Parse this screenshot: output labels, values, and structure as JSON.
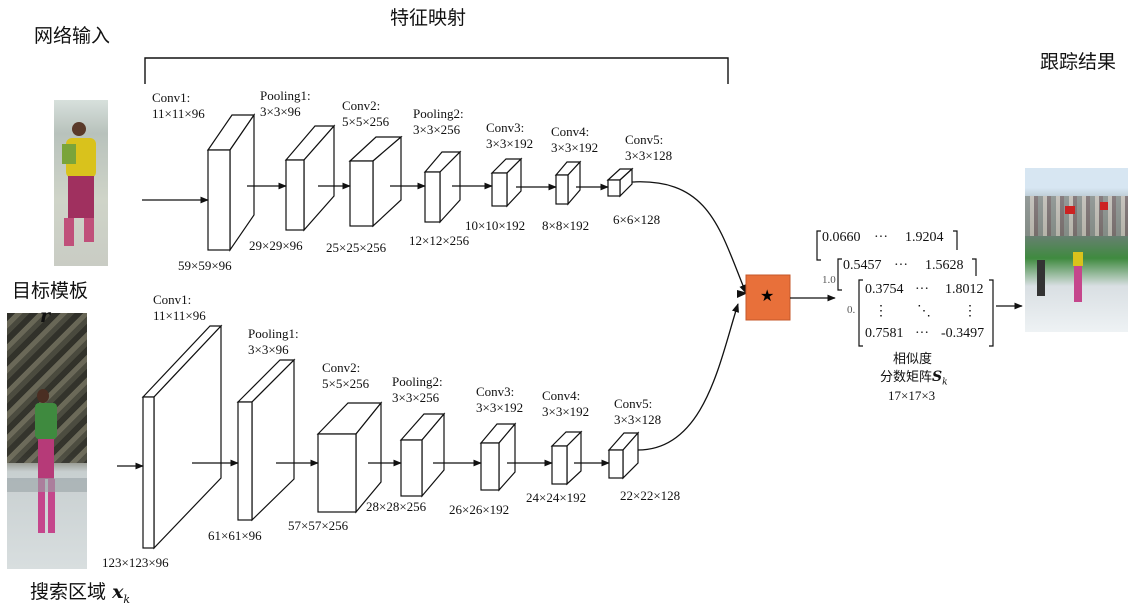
{
  "labels": {
    "network_input": "网络输入",
    "feature_mapping": "特征映射",
    "tracking_result": "跟踪结果",
    "target_template": "目标模板",
    "template_var": "r",
    "search_region": "搜索区域",
    "search_var": "x",
    "search_sub": "k",
    "similarity_line1": "相似度",
    "similarity_line2": "分数矩阵",
    "similarity_var": "S",
    "similarity_sub": "k",
    "similarity_size": "17×17×3",
    "correlation_symbol": "★"
  },
  "top_branch": {
    "layers": [
      {
        "name": "Conv1:",
        "kernel": "11×11×96",
        "output": "59×59×96"
      },
      {
        "name": "Pooling1:",
        "kernel": "3×3×96",
        "output": "29×29×96"
      },
      {
        "name": "Conv2:",
        "kernel": "5×5×256",
        "output": "25×25×256"
      },
      {
        "name": "Pooling2:",
        "kernel": "3×3×256",
        "output": "12×12×256"
      },
      {
        "name": "Conv3:",
        "kernel": "3×3×192",
        "output": "10×10×192"
      },
      {
        "name": "Conv4:",
        "kernel": "3×3×192",
        "output": "8×8×192"
      },
      {
        "name": "Conv5:",
        "kernel": "3×3×128",
        "output": "6×6×128"
      }
    ]
  },
  "bottom_branch": {
    "layers": [
      {
        "name": "Conv1:",
        "kernel": "11×11×96",
        "output": "123×123×96"
      },
      {
        "name": "Pooling1:",
        "kernel": "3×3×96",
        "output": "61×61×96"
      },
      {
        "name": "Conv2:",
        "kernel": "5×5×256",
        "output": "57×57×256"
      },
      {
        "name": "Pooling2:",
        "kernel": "3×3×256",
        "output": "28×28×256"
      },
      {
        "name": "Conv3:",
        "kernel": "3×3×192",
        "output": "26×26×192"
      },
      {
        "name": "Conv4:",
        "kernel": "3×3×192",
        "output": "24×24×192"
      },
      {
        "name": "Conv5:",
        "kernel": "3×3×128",
        "output": "22×22×128"
      }
    ]
  },
  "matrix": {
    "back": {
      "first": "0.0660",
      "dots": "···",
      "last": "1.9204",
      "edge": "1.0"
    },
    "middle": {
      "first": "0.5457",
      "dots": "···",
      "last": "1.5628",
      "edge": "0."
    },
    "front": {
      "r1": {
        "first": "0.3754",
        "dots": "···",
        "last": "1.8012"
      },
      "r2": {
        "first": "⋮",
        "dots": "⋱",
        "last": "⋮"
      },
      "r3": {
        "first": "0.7581",
        "dots": "···",
        "last": "-0.3497"
      }
    }
  },
  "colors": {
    "correlation_box": "#E8703A",
    "skin_green": "#3f8a3f",
    "sky": "#d7e6f2"
  }
}
